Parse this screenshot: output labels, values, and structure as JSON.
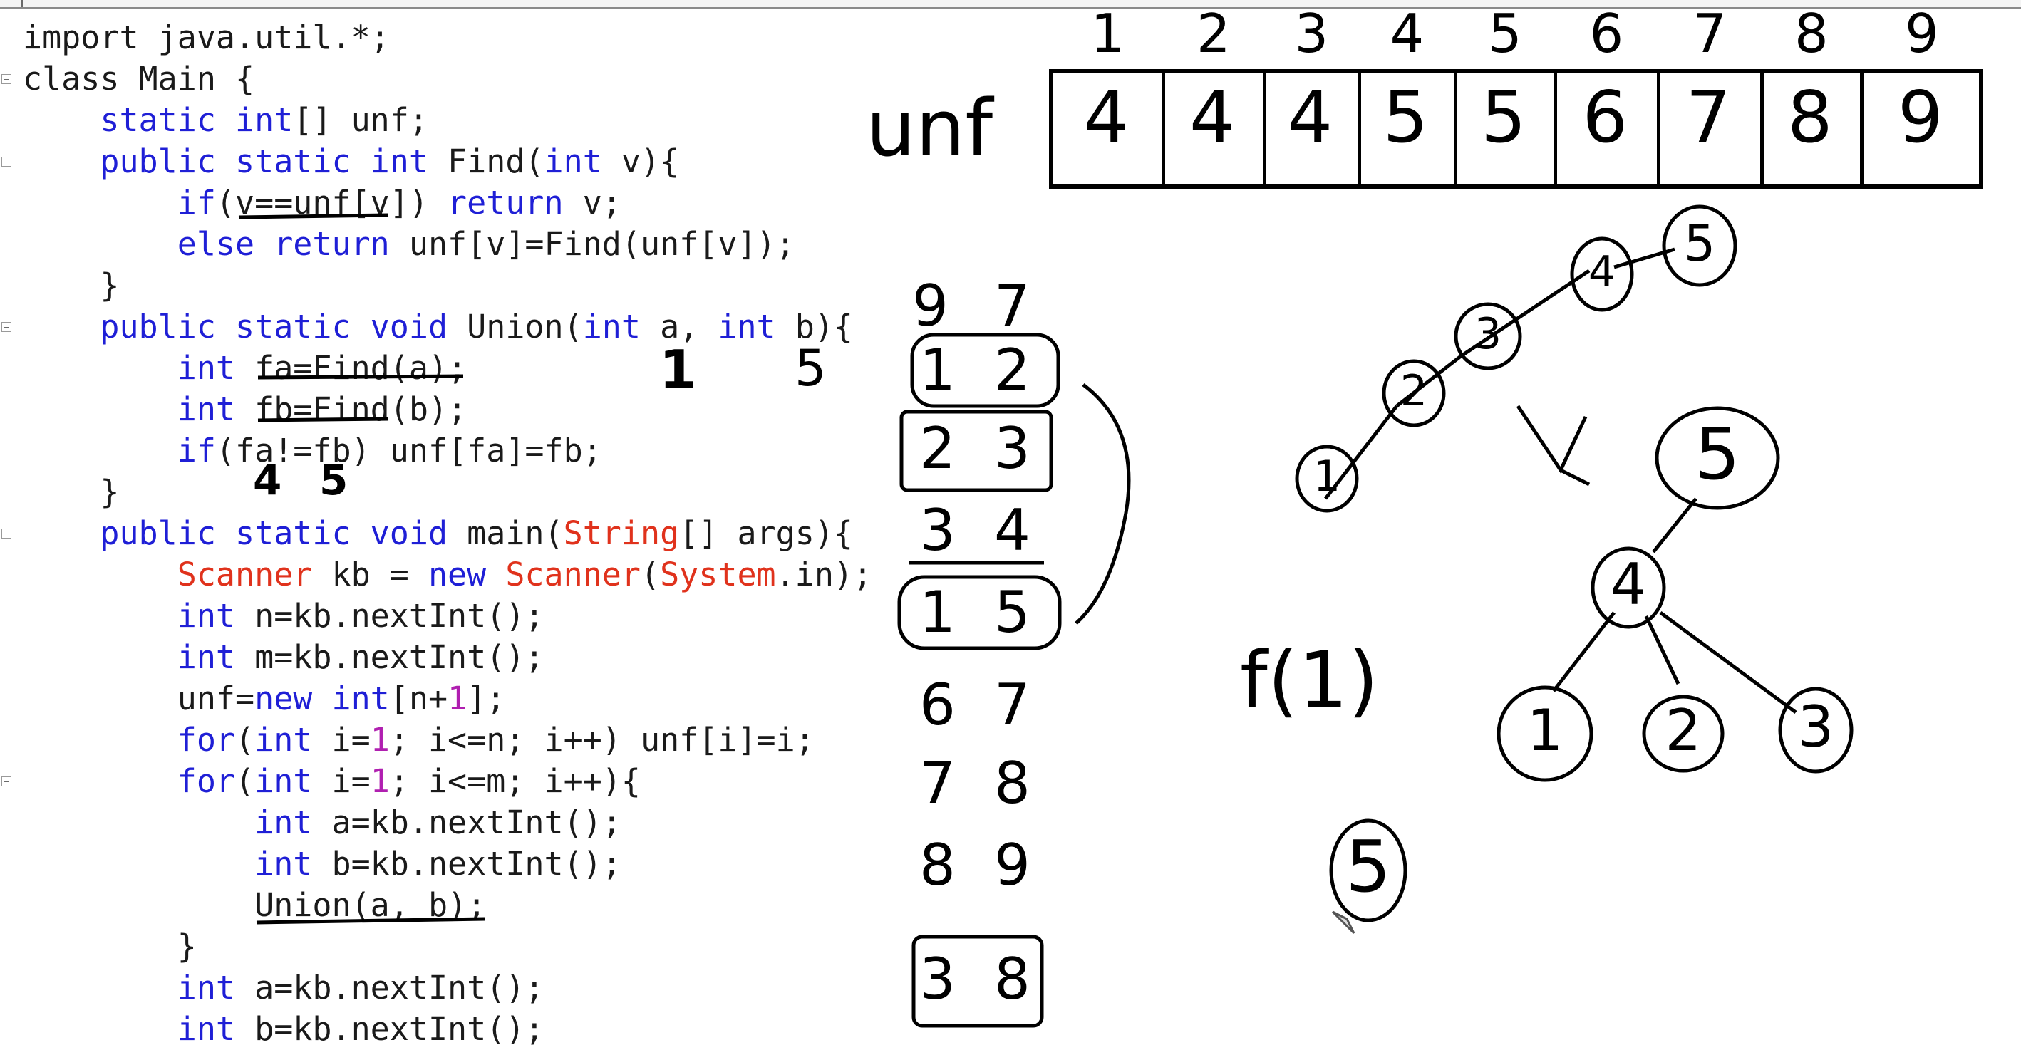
{
  "code_lines": [
    {
      "tokens": [
        {
          "t": "import java.util.*;",
          "c": "plain"
        }
      ]
    },
    {
      "tokens": [
        {
          "t": "class Main {",
          "c": "plain"
        }
      ]
    },
    {
      "tokens": [
        {
          "t": "    ",
          "c": "plain"
        },
        {
          "t": "static",
          "c": "kw"
        },
        {
          "t": " ",
          "c": "plain"
        },
        {
          "t": "int",
          "c": "kw"
        },
        {
          "t": "[] unf;",
          "c": "plain"
        }
      ]
    },
    {
      "tokens": [
        {
          "t": "    ",
          "c": "plain"
        },
        {
          "t": "public static",
          "c": "kw"
        },
        {
          "t": " ",
          "c": "plain"
        },
        {
          "t": "int",
          "c": "kw"
        },
        {
          "t": " Find(",
          "c": "plain"
        },
        {
          "t": "int",
          "c": "kw"
        },
        {
          "t": " v){",
          "c": "plain"
        }
      ]
    },
    {
      "tokens": [
        {
          "t": "        ",
          "c": "plain"
        },
        {
          "t": "if",
          "c": "kw"
        },
        {
          "t": "(v==unf[v]) ",
          "c": "plain"
        },
        {
          "t": "return",
          "c": "kw"
        },
        {
          "t": " v;",
          "c": "plain"
        }
      ]
    },
    {
      "tokens": [
        {
          "t": "        ",
          "c": "plain"
        },
        {
          "t": "else",
          "c": "kw"
        },
        {
          "t": " ",
          "c": "plain"
        },
        {
          "t": "return",
          "c": "kw"
        },
        {
          "t": " unf[v]=Find(unf[v]);",
          "c": "plain"
        }
      ]
    },
    {
      "tokens": [
        {
          "t": "    }",
          "c": "plain"
        }
      ]
    },
    {
      "tokens": [
        {
          "t": "    ",
          "c": "plain"
        },
        {
          "t": "public static",
          "c": "kw"
        },
        {
          "t": " ",
          "c": "plain"
        },
        {
          "t": "void",
          "c": "kw"
        },
        {
          "t": " Union(",
          "c": "plain"
        },
        {
          "t": "int",
          "c": "kw"
        },
        {
          "t": " a, ",
          "c": "plain"
        },
        {
          "t": "int",
          "c": "kw"
        },
        {
          "t": " b){",
          "c": "plain"
        }
      ]
    },
    {
      "tokens": [
        {
          "t": "        ",
          "c": "plain"
        },
        {
          "t": "int",
          "c": "kw"
        },
        {
          "t": " fa=Find(a);",
          "c": "plain"
        }
      ]
    },
    {
      "tokens": [
        {
          "t": "        ",
          "c": "plain"
        },
        {
          "t": "int",
          "c": "kw"
        },
        {
          "t": " fb=Find(b);",
          "c": "plain"
        }
      ]
    },
    {
      "tokens": [
        {
          "t": "        ",
          "c": "plain"
        },
        {
          "t": "if",
          "c": "kw"
        },
        {
          "t": "(fa!=fb) unf[fa]=fb;",
          "c": "plain"
        }
      ]
    },
    {
      "tokens": [
        {
          "t": "    }",
          "c": "plain"
        }
      ]
    },
    {
      "tokens": [
        {
          "t": "    ",
          "c": "plain"
        },
        {
          "t": "public static",
          "c": "kw"
        },
        {
          "t": " ",
          "c": "plain"
        },
        {
          "t": "void",
          "c": "kw"
        },
        {
          "t": " main(",
          "c": "plain"
        },
        {
          "t": "String",
          "c": "ty"
        },
        {
          "t": "[] args){",
          "c": "plain"
        }
      ]
    },
    {
      "tokens": [
        {
          "t": "        ",
          "c": "plain"
        },
        {
          "t": "Scanner",
          "c": "ty"
        },
        {
          "t": " kb = ",
          "c": "plain"
        },
        {
          "t": "new",
          "c": "kw"
        },
        {
          "t": " ",
          "c": "plain"
        },
        {
          "t": "Scanner",
          "c": "ty"
        },
        {
          "t": "(",
          "c": "plain"
        },
        {
          "t": "System",
          "c": "ty"
        },
        {
          "t": ".in);",
          "c": "plain"
        }
      ]
    },
    {
      "tokens": [
        {
          "t": "        ",
          "c": "plain"
        },
        {
          "t": "int",
          "c": "kw"
        },
        {
          "t": " n=kb.nextInt();",
          "c": "plain"
        }
      ]
    },
    {
      "tokens": [
        {
          "t": "        ",
          "c": "plain"
        },
        {
          "t": "int",
          "c": "kw"
        },
        {
          "t": " m=kb.nextInt();",
          "c": "plain"
        }
      ]
    },
    {
      "tokens": [
        {
          "t": "        unf=",
          "c": "plain"
        },
        {
          "t": "new",
          "c": "kw"
        },
        {
          "t": " ",
          "c": "plain"
        },
        {
          "t": "int",
          "c": "kw"
        },
        {
          "t": "[n+",
          "c": "plain"
        },
        {
          "t": "1",
          "c": "num"
        },
        {
          "t": "];",
          "c": "plain"
        }
      ]
    },
    {
      "tokens": [
        {
          "t": "        ",
          "c": "plain"
        },
        {
          "t": "for",
          "c": "kw"
        },
        {
          "t": "(",
          "c": "plain"
        },
        {
          "t": "int",
          "c": "kw"
        },
        {
          "t": " i=",
          "c": "plain"
        },
        {
          "t": "1",
          "c": "num"
        },
        {
          "t": "; i<=n; i++) unf[i]=i;",
          "c": "plain"
        }
      ]
    },
    {
      "tokens": [
        {
          "t": "        ",
          "c": "plain"
        },
        {
          "t": "for",
          "c": "kw"
        },
        {
          "t": "(",
          "c": "plain"
        },
        {
          "t": "int",
          "c": "kw"
        },
        {
          "t": " i=",
          "c": "plain"
        },
        {
          "t": "1",
          "c": "num"
        },
        {
          "t": "; i<=m; i++){",
          "c": "plain"
        }
      ]
    },
    {
      "tokens": [
        {
          "t": "            ",
          "c": "plain"
        },
        {
          "t": "int",
          "c": "kw"
        },
        {
          "t": " a=kb.nextInt();",
          "c": "plain"
        }
      ]
    },
    {
      "tokens": [
        {
          "t": "            ",
          "c": "plain"
        },
        {
          "t": "int",
          "c": "kw"
        },
        {
          "t": " b=kb.nextInt();",
          "c": "plain"
        }
      ]
    },
    {
      "tokens": [
        {
          "t": "            Union(a, b);",
          "c": "plain"
        }
      ]
    },
    {
      "tokens": [
        {
          "t": "        }",
          "c": "plain"
        }
      ]
    },
    {
      "tokens": [
        {
          "t": "        ",
          "c": "plain"
        },
        {
          "t": "int",
          "c": "kw"
        },
        {
          "t": " a=kb.nextInt();",
          "c": "plain"
        }
      ]
    },
    {
      "tokens": [
        {
          "t": "        ",
          "c": "plain"
        },
        {
          "t": "int",
          "c": "kw"
        },
        {
          "t": " b=kb.nextInt();",
          "c": "plain"
        }
      ]
    }
  ],
  "code_annotations": {
    "union_args": "1",
    "union_args2": "5",
    "fa_fb_vals": [
      "4",
      "5"
    ]
  },
  "array_label": "unf",
  "array_indices": [
    "1",
    "2",
    "3",
    "4",
    "5",
    "6",
    "7",
    "8",
    "9"
  ],
  "array_values": [
    "4",
    "4",
    "4",
    "5",
    "5",
    "6",
    "7",
    "8",
    "9"
  ],
  "input_header": [
    "9",
    "7"
  ],
  "input_pairs": [
    [
      "1",
      "2"
    ],
    [
      "2",
      "3"
    ],
    [
      "3",
      "4"
    ],
    [
      "1",
      "5"
    ],
    [
      "6",
      "7"
    ],
    [
      "7",
      "8"
    ],
    [
      "8",
      "9"
    ],
    [
      "3",
      "8"
    ]
  ],
  "find_call": "f(1)",
  "chain_nodes": [
    "5",
    "4",
    "3",
    "2",
    "1"
  ],
  "tree": {
    "root": "5",
    "mid": "4",
    "leaves": [
      "1",
      "2",
      "3"
    ]
  },
  "lone_node": "5",
  "colors": {
    "keyword": "#1f1fd6",
    "type": "#e0321c",
    "number": "#b01fb0",
    "ink": "#000000"
  }
}
